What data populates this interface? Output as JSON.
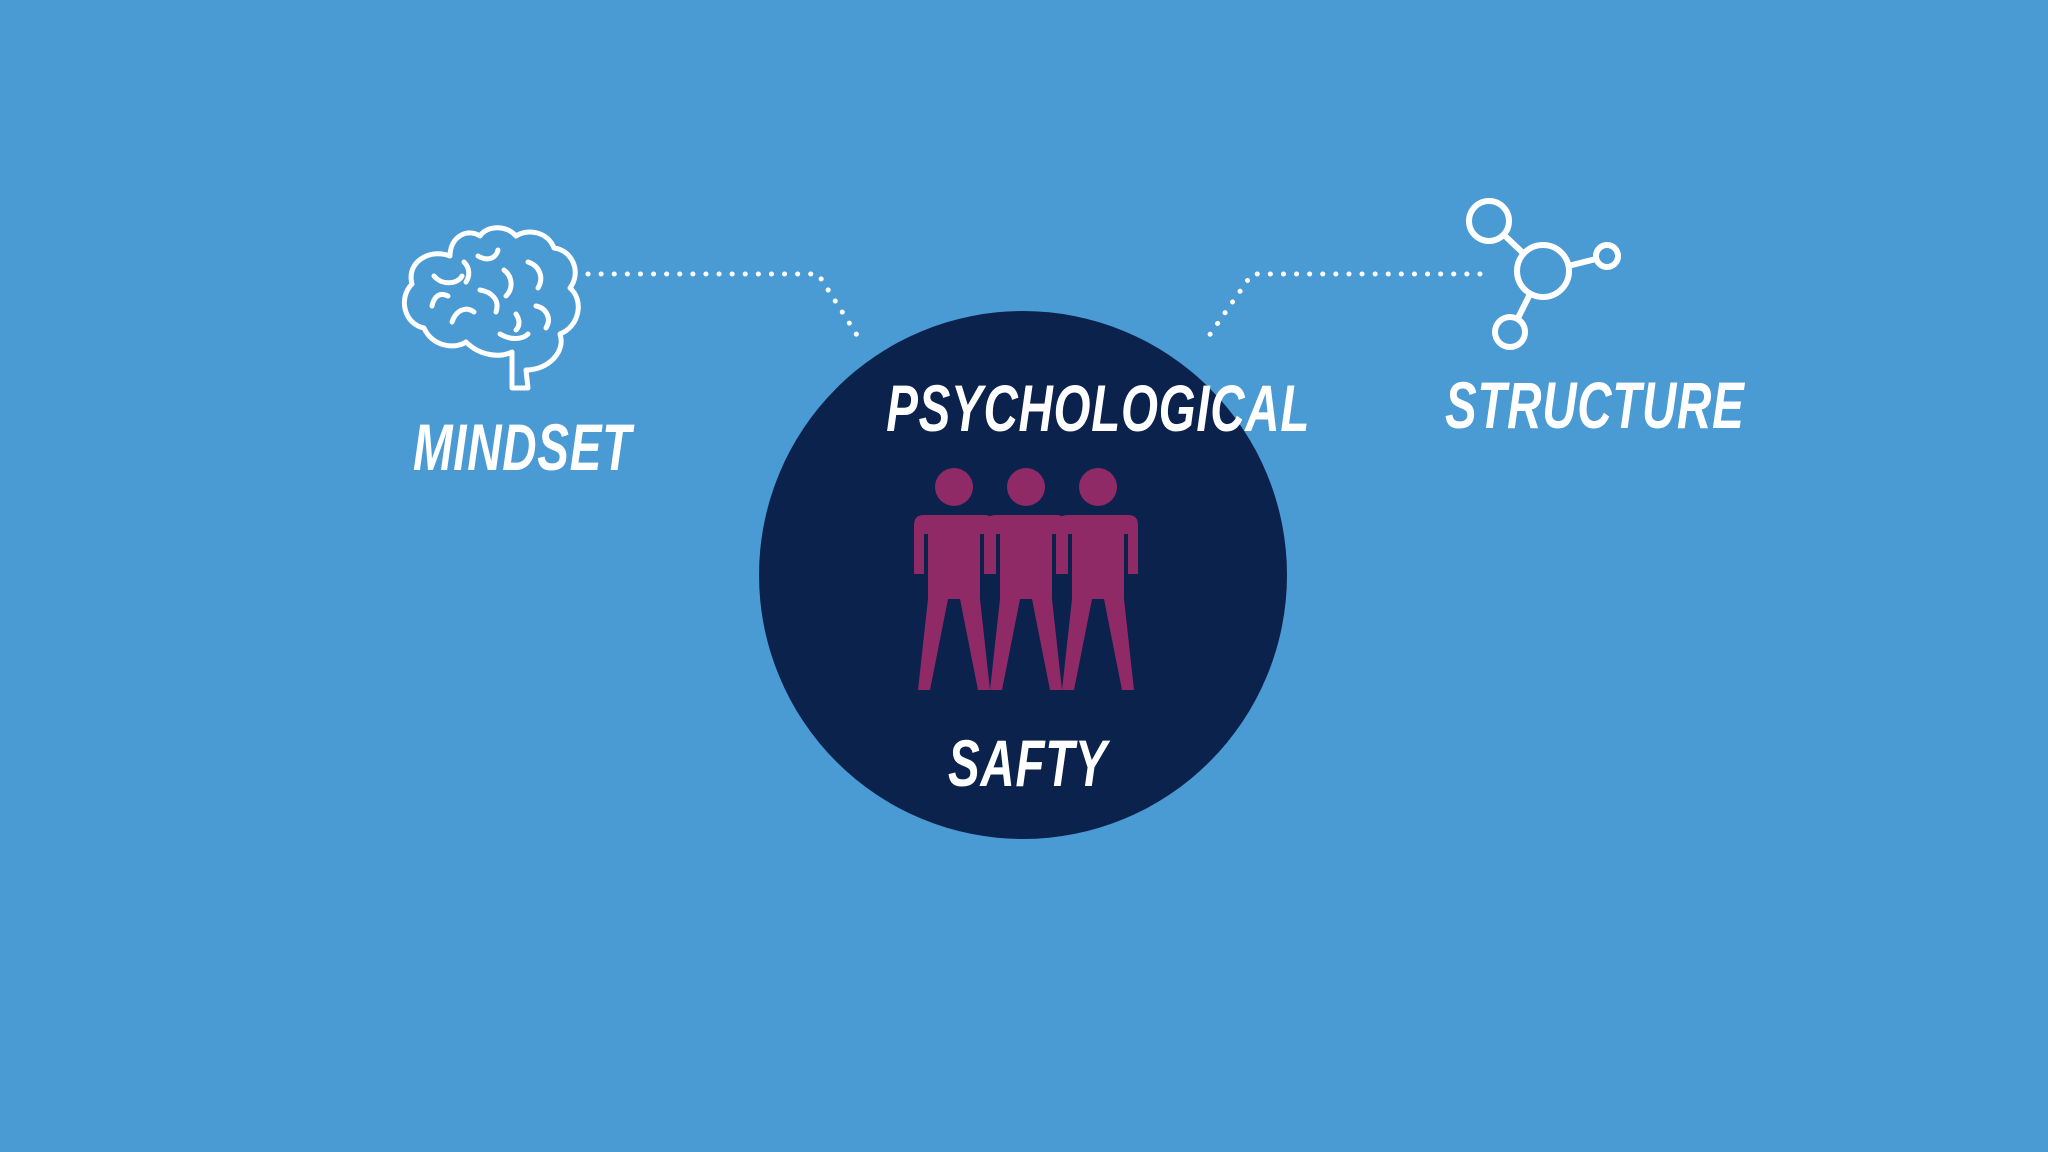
{
  "diagram": {
    "left_node": {
      "label": "MINDSET",
      "icon": "brain-icon"
    },
    "right_node": {
      "label": "STRUCTURE",
      "icon": "molecule-network-icon"
    },
    "center_node": {
      "label_top": "PSYCHOLOGICAL",
      "label_bottom": "SAFTY",
      "icon": "group-of-people-icon"
    }
  },
  "colors": {
    "background": "#4a9ad4",
    "circle": "#0b224d",
    "people": "#8f2a67",
    "text": "#ffffff",
    "connector": "#ffffff"
  }
}
